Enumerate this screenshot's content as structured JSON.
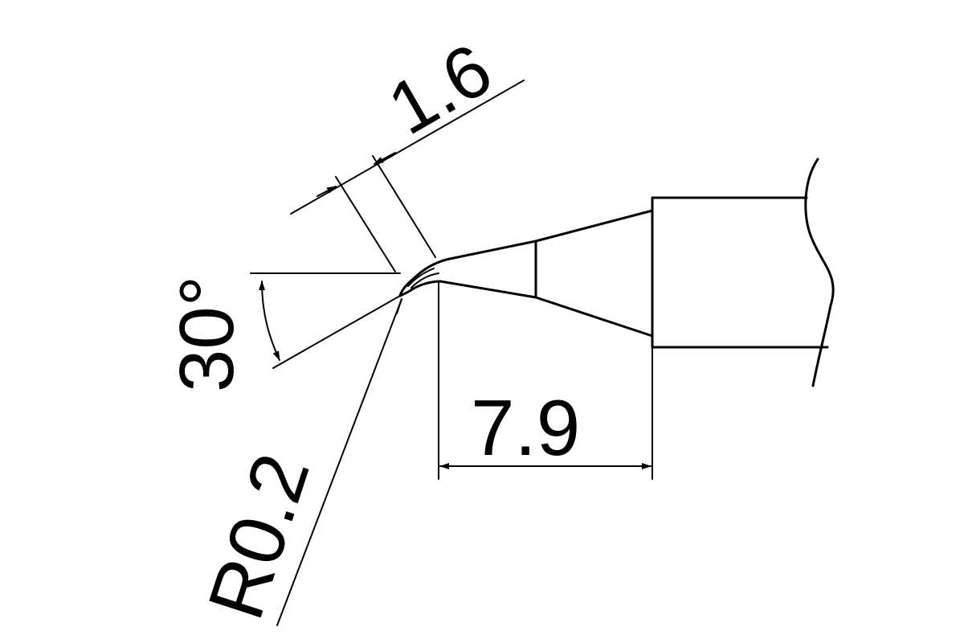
{
  "drawing": {
    "line_color": "#000000",
    "background": "#ffffff"
  },
  "dimensions": {
    "width": "1.6",
    "length": "7.9",
    "angle": "30°",
    "radius": "R0.2"
  }
}
